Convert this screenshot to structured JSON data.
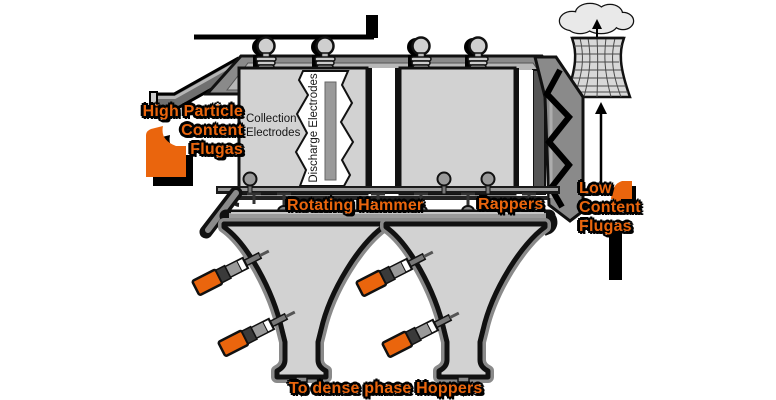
{
  "labels": {
    "inlet": {
      "line1": "High Particle",
      "line2": "Content",
      "line3": "Flugas"
    },
    "outlet": {
      "line1": "Low",
      "line2": "Content",
      "line3": "Flugas"
    },
    "rotating_hammer": "Rotating Hammer",
    "rappers": "Rappers",
    "bottom_note": "To dense phase Hoppers",
    "chamber": {
      "collection_line1": "Collection",
      "collection_line2": "Electrodes",
      "discharge": "Discharge Electrodes"
    }
  },
  "icons": {
    "inlet_flow_icon": "curved-arrow-block",
    "outlet_flow_icon": "curved-arrow-block",
    "steam_cloud_icon": "cloud",
    "flow_up_arrow": "↑",
    "cloud_arrow": "↑",
    "hopper_outlet_arrow": "↓"
  },
  "colors": {
    "accent_orange": "#ea650d",
    "machine_light": "#d2d2d2",
    "machine_mid": "#8a8a8a",
    "machine_dark": "#3a3a3a",
    "outline": "#111111"
  }
}
